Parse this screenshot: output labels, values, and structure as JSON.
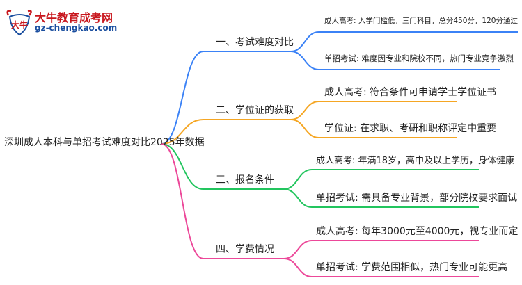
{
  "logo": {
    "title": "大牛教育成考网",
    "url": "gz-chengkao.com",
    "mark_text": "大牛",
    "colors": {
      "red": "#c8161d",
      "blue": "#1a4e9f"
    }
  },
  "root": {
    "label": "深圳成人本科与单招考试难度对比2025年数据"
  },
  "branches": [
    {
      "label": "一、考试难度对比",
      "color": "#3b82f6",
      "leaves": [
        "成人高考: 入学门槛低，三门科目，总分450分，120分通过",
        "单招考试: 难度因专业和院校不同，热门专业竞争激烈"
      ]
    },
    {
      "label": "二、学位证的获取",
      "color": "#f5a623",
      "leaves": [
        "成人高考: 符合条件可申请学士学位证书",
        "学位证: 在求职、考研和职称评定中重要"
      ]
    },
    {
      "label": "三、报名条件",
      "color": "#22c55e",
      "leaves": [
        "成人高考: 年满18岁，高中及以上学历，身体健康",
        "单招考试: 需具备专业背景，部分院校要求面试"
      ]
    },
    {
      "label": "四、学费情况",
      "color": "#ec4899",
      "leaves": [
        "成人高考: 每年3000元至4000元，视专业而定",
        "单招考试: 学费范围相似，热门专业可能更高"
      ]
    }
  ]
}
